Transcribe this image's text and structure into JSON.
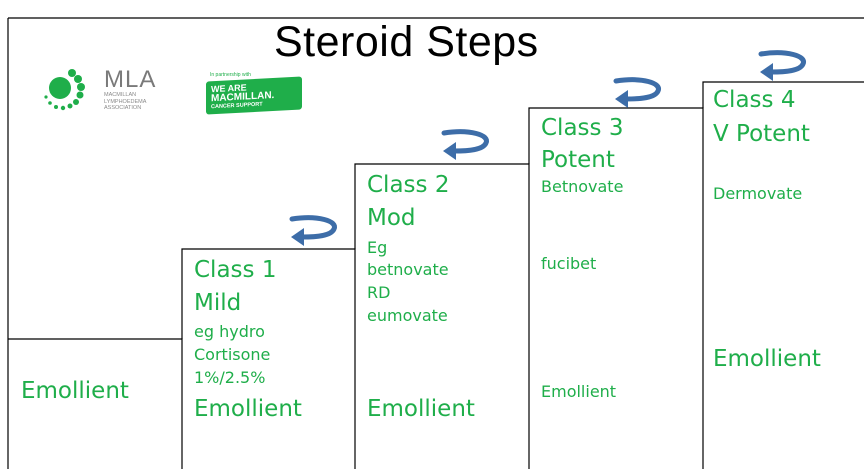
{
  "title": "Steroid Steps",
  "logos": {
    "mla": {
      "name": "MLA",
      "subtitle": "MACMILLAN LYMPHOEDEMA ASSOCIATION"
    },
    "macmillan": {
      "tagline": "In partnership with",
      "line1": "WE ARE",
      "line2": "MACMILLAN.",
      "line3": "CANCER SUPPORT"
    }
  },
  "base": {
    "emollient": "Emollient"
  },
  "steps": [
    {
      "class_label": "Class 1",
      "potency": "Mild",
      "examples": [
        "eg hydro",
        "Cortisone",
        "1%/2.5%"
      ],
      "emollient": "Emollient"
    },
    {
      "class_label": "Class 2",
      "potency": "Mod",
      "examples": [
        "Eg",
        "betnovate",
        "RD",
        "eumovate"
      ],
      "emollient": "Emollient"
    },
    {
      "class_label": "Class 3",
      "potency": "Potent",
      "examples": [
        "Betnovate",
        "fucibet"
      ],
      "emollient": "Emollient"
    },
    {
      "class_label": "Class 4",
      "potency": "V Potent",
      "examples": [
        "Dermovate"
      ],
      "emollient": "Emollient"
    }
  ],
  "colors": {
    "text_accent": "#1fae4a",
    "arrow": "#3d6da8",
    "line": "#000000"
  },
  "icons": [
    "loop-arrow-icon"
  ]
}
